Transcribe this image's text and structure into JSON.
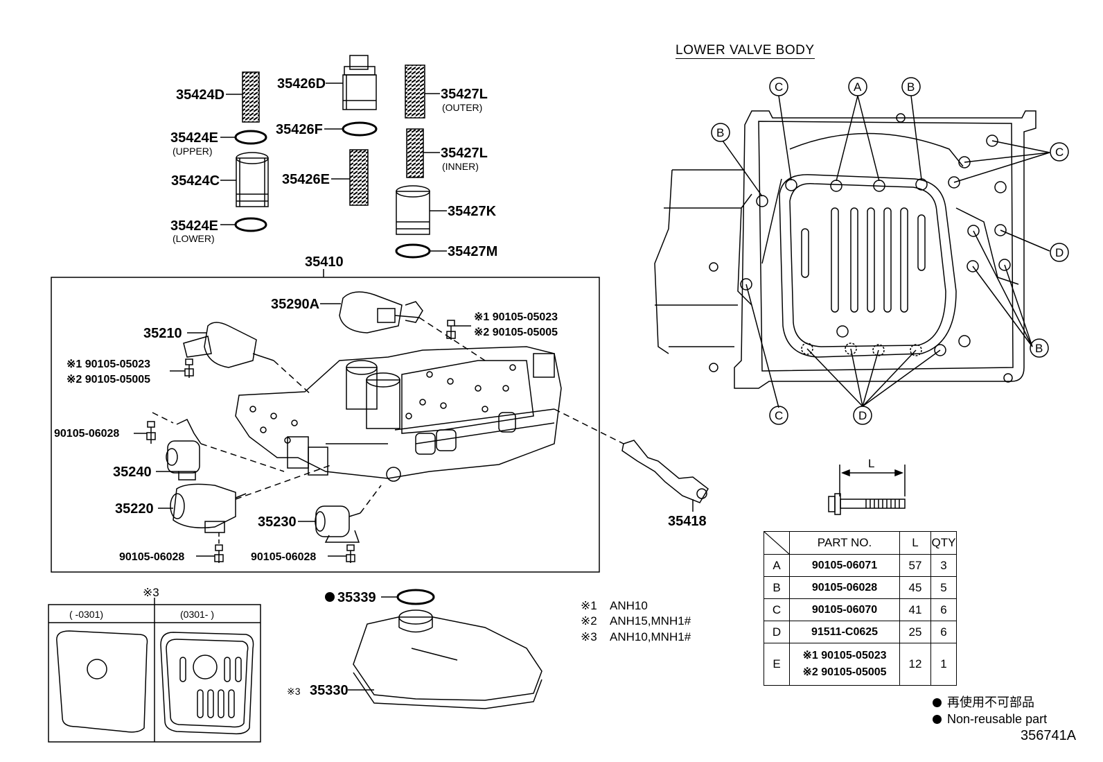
{
  "title": "LOWER VALVE BODY",
  "ref_code": "356741A",
  "parts": {
    "p35424D": "35424D",
    "p35424E_upper": "35424E",
    "upper_note": "(UPPER)",
    "p35424C": "35424C",
    "p35424E_lower": "35424E",
    "lower_note": "(LOWER)",
    "p35426D": "35426D",
    "p35426F": "35426F",
    "p35426E": "35426E",
    "p35427L_outer": "35427L",
    "outer_note": "(OUTER)",
    "p35427L_inner": "35427L",
    "inner_note": "(INNER)",
    "p35427K": "35427K",
    "p35427M": "35427M",
    "p35410": "35410",
    "p35290A": "35290A",
    "bolt_top_1": "※1 90105-05023",
    "bolt_top_2": "※2 90105-05005",
    "p35210": "35210",
    "bolt_left_1": "※1 90105-05023",
    "bolt_left_2": "※2 90105-05005",
    "bolt_06028_a": "90105-06028",
    "p35240": "35240",
    "p35220": "35220",
    "p35230": "35230",
    "bolt_06028_b": "90105-06028",
    "bolt_06028_c": "90105-06028",
    "p35418": "35418",
    "p35339": "35339",
    "p35330": "35330",
    "p35330_mark": "※3"
  },
  "inset": {
    "mark": "※3",
    "left_range": "(   -0301)",
    "right_range": "(0301-   )"
  },
  "notes": [
    {
      "mark": "※1",
      "text": "ANH10"
    },
    {
      "mark": "※2",
      "text": "ANH15,MNH1#"
    },
    {
      "mark": "※3",
      "text": "ANH10,MNH1#"
    }
  ],
  "callouts": [
    "A",
    "B",
    "C",
    "D"
  ],
  "dimension_label": "L",
  "table": {
    "headers": {
      "part_no": "PART NO.",
      "length": "L",
      "qty": "QTY"
    },
    "rows": [
      {
        "key": "A",
        "part_no": "90105-06071",
        "part_no_2": "",
        "length": "57",
        "qty": "3"
      },
      {
        "key": "B",
        "part_no": "90105-06028",
        "part_no_2": "",
        "length": "45",
        "qty": "5"
      },
      {
        "key": "C",
        "part_no": "90105-06070",
        "part_no_2": "",
        "length": "41",
        "qty": "6"
      },
      {
        "key": "D",
        "part_no": "91511-C0625",
        "part_no_2": "",
        "length": "25",
        "qty": "6"
      },
      {
        "key": "E",
        "part_no": "※1 90105-05023",
        "part_no_2": "※2 90105-05005",
        "length": "12",
        "qty": "1"
      }
    ]
  },
  "legend": {
    "line1": "再使用不可部品",
    "line2": "Non-reusable part"
  }
}
